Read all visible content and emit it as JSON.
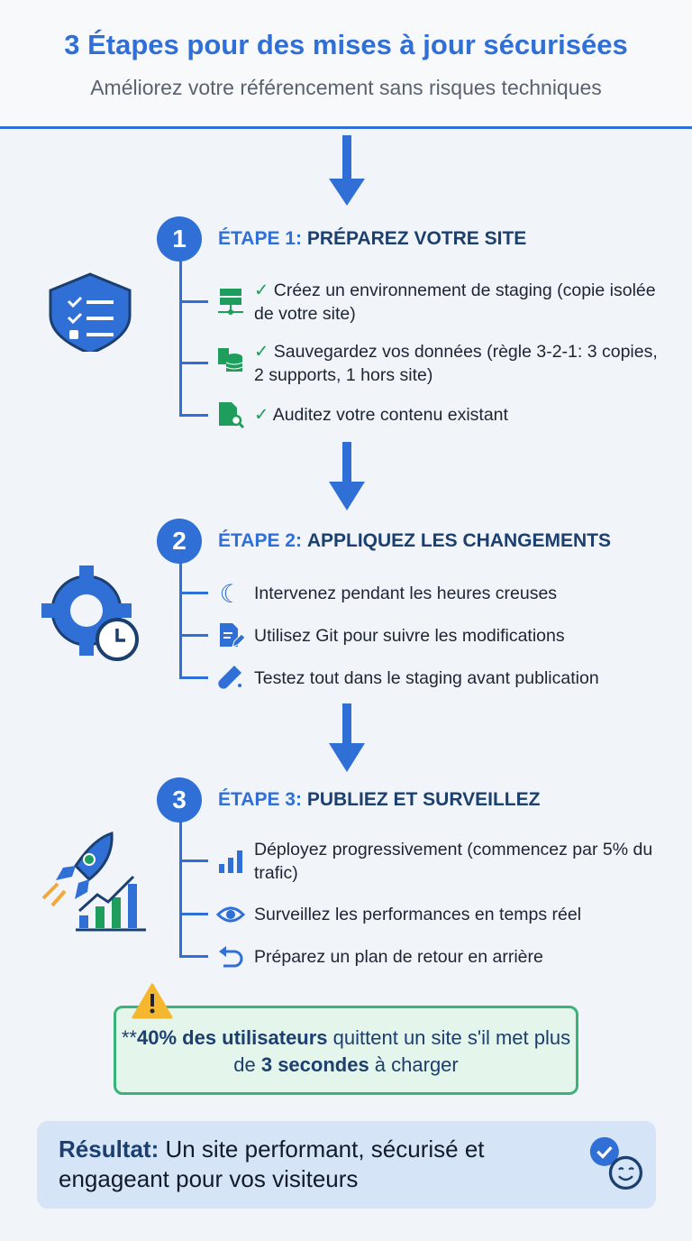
{
  "header": {
    "title": "3 Étapes pour des mises à jour sécurisées",
    "subtitle": "Améliorez votre référencement sans risques techniques"
  },
  "colors": {
    "accent": "#2f6fd6",
    "dark": "#1b3f6e",
    "green": "#1f9d5c",
    "alert_bg": "#e4f5ec",
    "result_bg": "#d6e4f8"
  },
  "steps": [
    {
      "number": "1",
      "prefix": "ÉTAPE 1:",
      "title": "PRÉPAREZ VOTRE SITE",
      "icon": "shield-checklist-icon",
      "items": [
        {
          "icon": "server-icon",
          "check": "✓",
          "text": "Créez un environnement de staging (copie isolée de votre site)"
        },
        {
          "icon": "database-backup-icon",
          "check": "✓",
          "text": "Sauvegardez vos données (règle 3-2-1: 3 copies, 2 supports, 1 hors site)"
        },
        {
          "icon": "document-search-icon",
          "check": "✓",
          "text": "Auditez votre contenu existant"
        }
      ]
    },
    {
      "number": "2",
      "prefix": "ÉTAPE 2:",
      "title": "APPLIQUEZ LES CHANGEMENTS",
      "icon": "gear-clock-icon",
      "items": [
        {
          "icon": "moon-icon",
          "text": "Intervenez pendant les heures creuses"
        },
        {
          "icon": "document-edit-icon",
          "text": "Utilisez Git pour suivre les modifications"
        },
        {
          "icon": "test-tube-icon",
          "text": "Testez tout dans le staging avant publication"
        }
      ]
    },
    {
      "number": "3",
      "prefix": "ÉTAPE 3:",
      "title": "PUBLIEZ ET SURVEILLEZ",
      "icon": "rocket-chart-icon",
      "items": [
        {
          "icon": "bar-chart-icon",
          "text": "Déployez progressivement (commencez par 5% du trafic)"
        },
        {
          "icon": "eye-icon",
          "text": "Surveillez les performances en temps réel"
        },
        {
          "icon": "undo-icon",
          "text": "Préparez un plan de retour en arrière"
        }
      ]
    }
  ],
  "alert": {
    "icon": "warning-icon",
    "prefix": "**",
    "bold1": "40% des utilisateurs",
    "mid": " quittent un site s'il met plus de ",
    "bold2": "3 secondes",
    "end": " à charger"
  },
  "result": {
    "label": "Résultat:",
    "text": " Un site performant, sécurisé et engageant pour vos visiteurs",
    "icon": "check-smile-icon"
  }
}
